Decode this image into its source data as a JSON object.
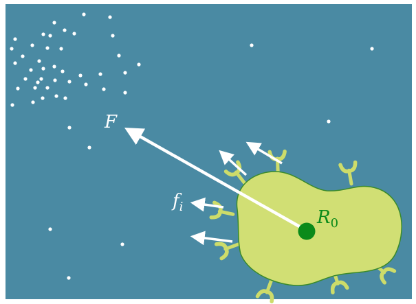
{
  "colors": {
    "background": "#4a8aa3",
    "cell_fill": "#d1df74",
    "cell_stroke": "#3a8a2a",
    "receptor": "#cddc6a",
    "centroid": "#0b8a1a",
    "arrow": "#ffffff",
    "particle": "#ffffff",
    "label_white": "#ffffff",
    "label_green": "#0b8a1a"
  },
  "labels": {
    "total_force": "F",
    "receptor_force_base": "f",
    "receptor_force_sub": "i",
    "centroid_base": "R",
    "centroid_sub": "0"
  },
  "icons": {
    "receptor": "y-shaped-receptor-icon",
    "particle": "dot-icon"
  }
}
